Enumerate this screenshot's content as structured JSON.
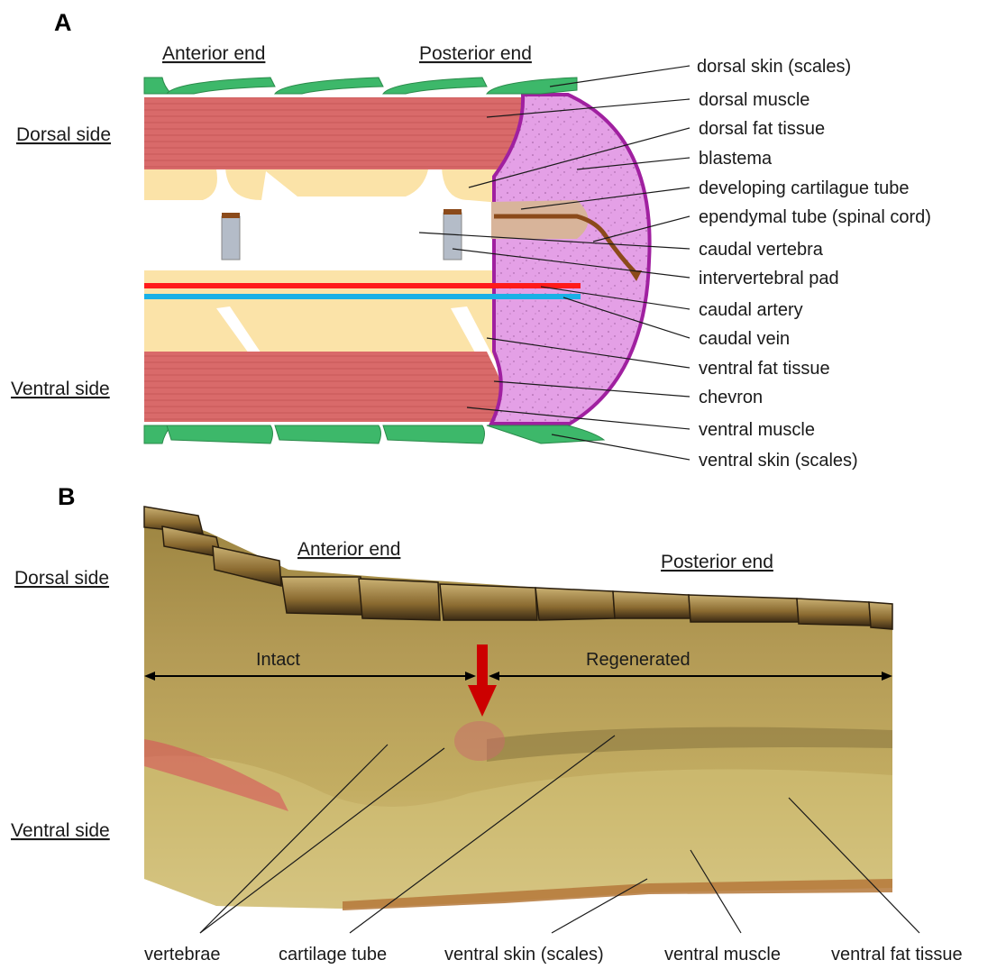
{
  "panel_a": {
    "letter": "A",
    "headers": {
      "anterior": "Anterior end",
      "posterior": "Posterior end"
    },
    "sides": {
      "dorsal": "Dorsal side",
      "ventral": "Ventral side"
    },
    "labels": [
      "dorsal skin (scales)",
      "dorsal muscle",
      "dorsal fat tissue",
      "blastema",
      "developing cartilague tube",
      "ependymal tube (spinal cord)",
      "caudal vertebra",
      "intervertebral pad",
      "caudal artery",
      "caudal vein",
      "ventral fat tissue",
      "chevron",
      "ventral muscle",
      "ventral skin (scales)"
    ],
    "colors": {
      "skin": "#3db86a",
      "muscle": "#d96a6a",
      "fat": "#fbe3a8",
      "bone": "#ffffff",
      "blastema": "#e4a0e6",
      "blastema_border": "#a020a0",
      "cartilage": "#d8b49a",
      "ependymal": "#8b4a1a",
      "pad": "#b4bcc8",
      "artery": "#ff1a1a",
      "vein": "#19b0e6"
    }
  },
  "panel_b": {
    "letter": "B",
    "headers": {
      "anterior": "Anterior end",
      "posterior": "Posterior end"
    },
    "sides": {
      "dorsal": "Dorsal side",
      "ventral": "Ventral side"
    },
    "spans": {
      "intact": "Intact",
      "regenerated": "Regenerated"
    },
    "bottom_labels": [
      "vertebrae",
      "cartilage tube",
      "ventral skin (scales)",
      "ventral muscle",
      "ventral fat tissue"
    ],
    "colors": {
      "tissue": "#b39a55",
      "arrow": "#cc0000",
      "scales": "#9a7a3a"
    }
  }
}
